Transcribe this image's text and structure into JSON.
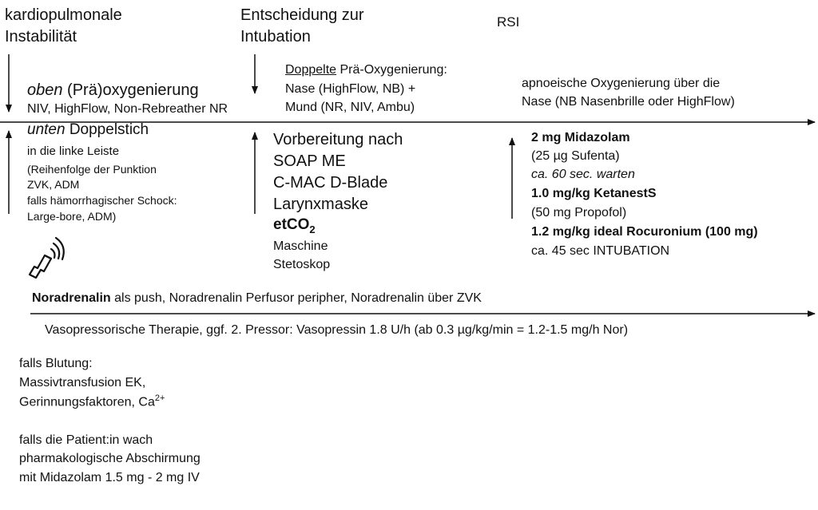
{
  "headers": {
    "col1_line1": "kardiopulmonale",
    "col1_line2": "Instabilität",
    "col2_line1": "Entscheidung zur",
    "col2_line2": "Intubation",
    "col3": "RSI"
  },
  "upper": {
    "col1_oben": "oben",
    "col1_oben_rest": " (Prä)oxygenierung",
    "col1_line2": "NIV, HighFlow, Non-Rebreather NR",
    "col2_doppelte": "Doppelte",
    "col2_line1_rest": " Prä-Oxygenierung:",
    "col2_line2": "Nase (HighFlow, NB)  +",
    "col2_line3": "Mund (NR, NIV, Ambu)",
    "col3_line1": "apnoeische Oxygenierung über die",
    "col3_line2": "Nase (NB Nasenbrille oder HighFlow)"
  },
  "lower_col1": {
    "unten": "unten",
    "unten_rest": " Doppelstich",
    "line2": "in die linke Leiste",
    "line3": "(Reihenfolge der Punktion",
    "line4": "ZVK, ADM",
    "line5": "falls hämorrhagischer Schock:",
    "line6": "Large-bore, ADM)"
  },
  "lower_col2": {
    "line1": "Vorbereitung nach",
    "line2": "SOAP ME",
    "line3": "C-MAC D-Blade",
    "line4": "Larynxmaske",
    "etco2_main": "etCO",
    "etco2_sub": "2",
    "line6": "Maschine",
    "line7": "Stetoskop"
  },
  "lower_col3": {
    "line1": "2 mg Midazolam",
    "line2": "(25 µg Sufenta)",
    "line3": "ca. 60 sec. warten",
    "line4": "1.0 mg/kg KetanestS",
    "line5": "(50 mg Propofol)",
    "line6": "1.2 mg/kg ideal Rocuronium (100 mg)",
    "line7": "ca. 45 sec INTUBATION"
  },
  "noradrenalin": {
    "bold": "Noradrenalin",
    "rest": " als push, Noradrenalin Perfusor peripher, Noradrenalin über ZVK"
  },
  "vasopressor": "Vasopressorische Therapie, ggf. 2. Pressor: Vasopressin 1.8 U/h (ab 0.3 µg/kg/min = 1.2-1.5 mg/h Nor)",
  "blutung": {
    "line1": "falls Blutung:",
    "line2": "Massivtransfusion EK,",
    "line3_main": "Gerinnungsfaktoren, Ca",
    "line3_sup": "2+"
  },
  "wach": {
    "line1": "falls die Patient:in wach",
    "line2": "pharmakologische Abschirmung",
    "line3": "mit Midazolam 1.5 mg - 2 mg IV"
  },
  "icons": {
    "ultrasound": "ultrasound-probe-icon"
  },
  "colors": {
    "text": "#111111",
    "lines": "#111111"
  }
}
